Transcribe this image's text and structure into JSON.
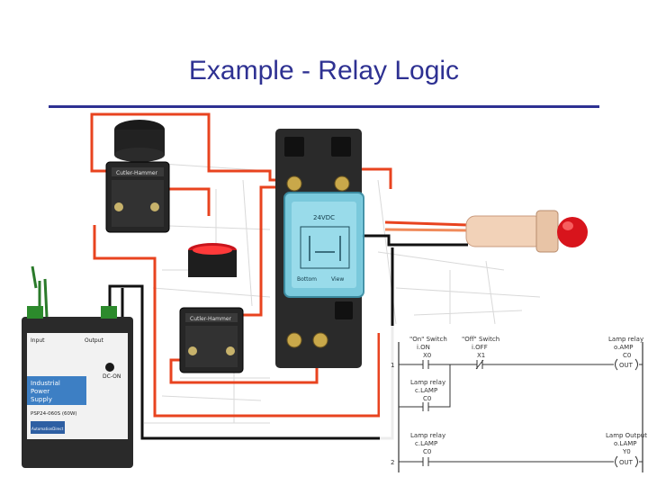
{
  "slide": {
    "title": "Example - Relay Logic"
  },
  "colors": {
    "title": "#2e3192",
    "wire_red": "#e8431f",
    "wire_black": "#111111",
    "lamp_red": "#d8141c",
    "relay_blue": "#7fd2e6"
  },
  "devices": {
    "on_switch_brand": "Cutler-Hammer",
    "off_switch_brand": "Cutler-Hammer",
    "relay_rating": "24VDC",
    "relay_bottom_label": "Bottom",
    "relay_view_label": "View",
    "power_supply": {
      "input_label": "Input",
      "output_label": "Output",
      "dc_ok_label": "DC-ON",
      "name_line1": "Industrial",
      "name_line2": "Power",
      "name_line3": "Supply",
      "brand": "AutomationDirect",
      "part_number": "PSP24-060S (60W)"
    }
  },
  "ladder": {
    "rungs": [
      {
        "number": "1",
        "elements": [
          {
            "name_line1": "\"On\" Switch",
            "name_line2": "i.ON",
            "address": "X0"
          },
          {
            "name_line1": "\"Off\" Switch",
            "name_line2": "i.OFF",
            "address": "X1"
          },
          {
            "name_line1": "Lamp relay",
            "name_line2": "o.AMP",
            "address": "C0",
            "output": "OUT"
          }
        ],
        "branch": {
          "name_line1": "Lamp relay",
          "name_line2": "c.LAMP",
          "address": "C0"
        }
      },
      {
        "number": "2",
        "elements": [
          {
            "name_line1": "Lamp relay",
            "name_line2": "c.LAMP",
            "address": "C0"
          },
          {
            "name_line1": "Lamp Output",
            "name_line2": "o.LAMP",
            "address": "Y0",
            "output": "OUT"
          }
        ]
      }
    ]
  }
}
